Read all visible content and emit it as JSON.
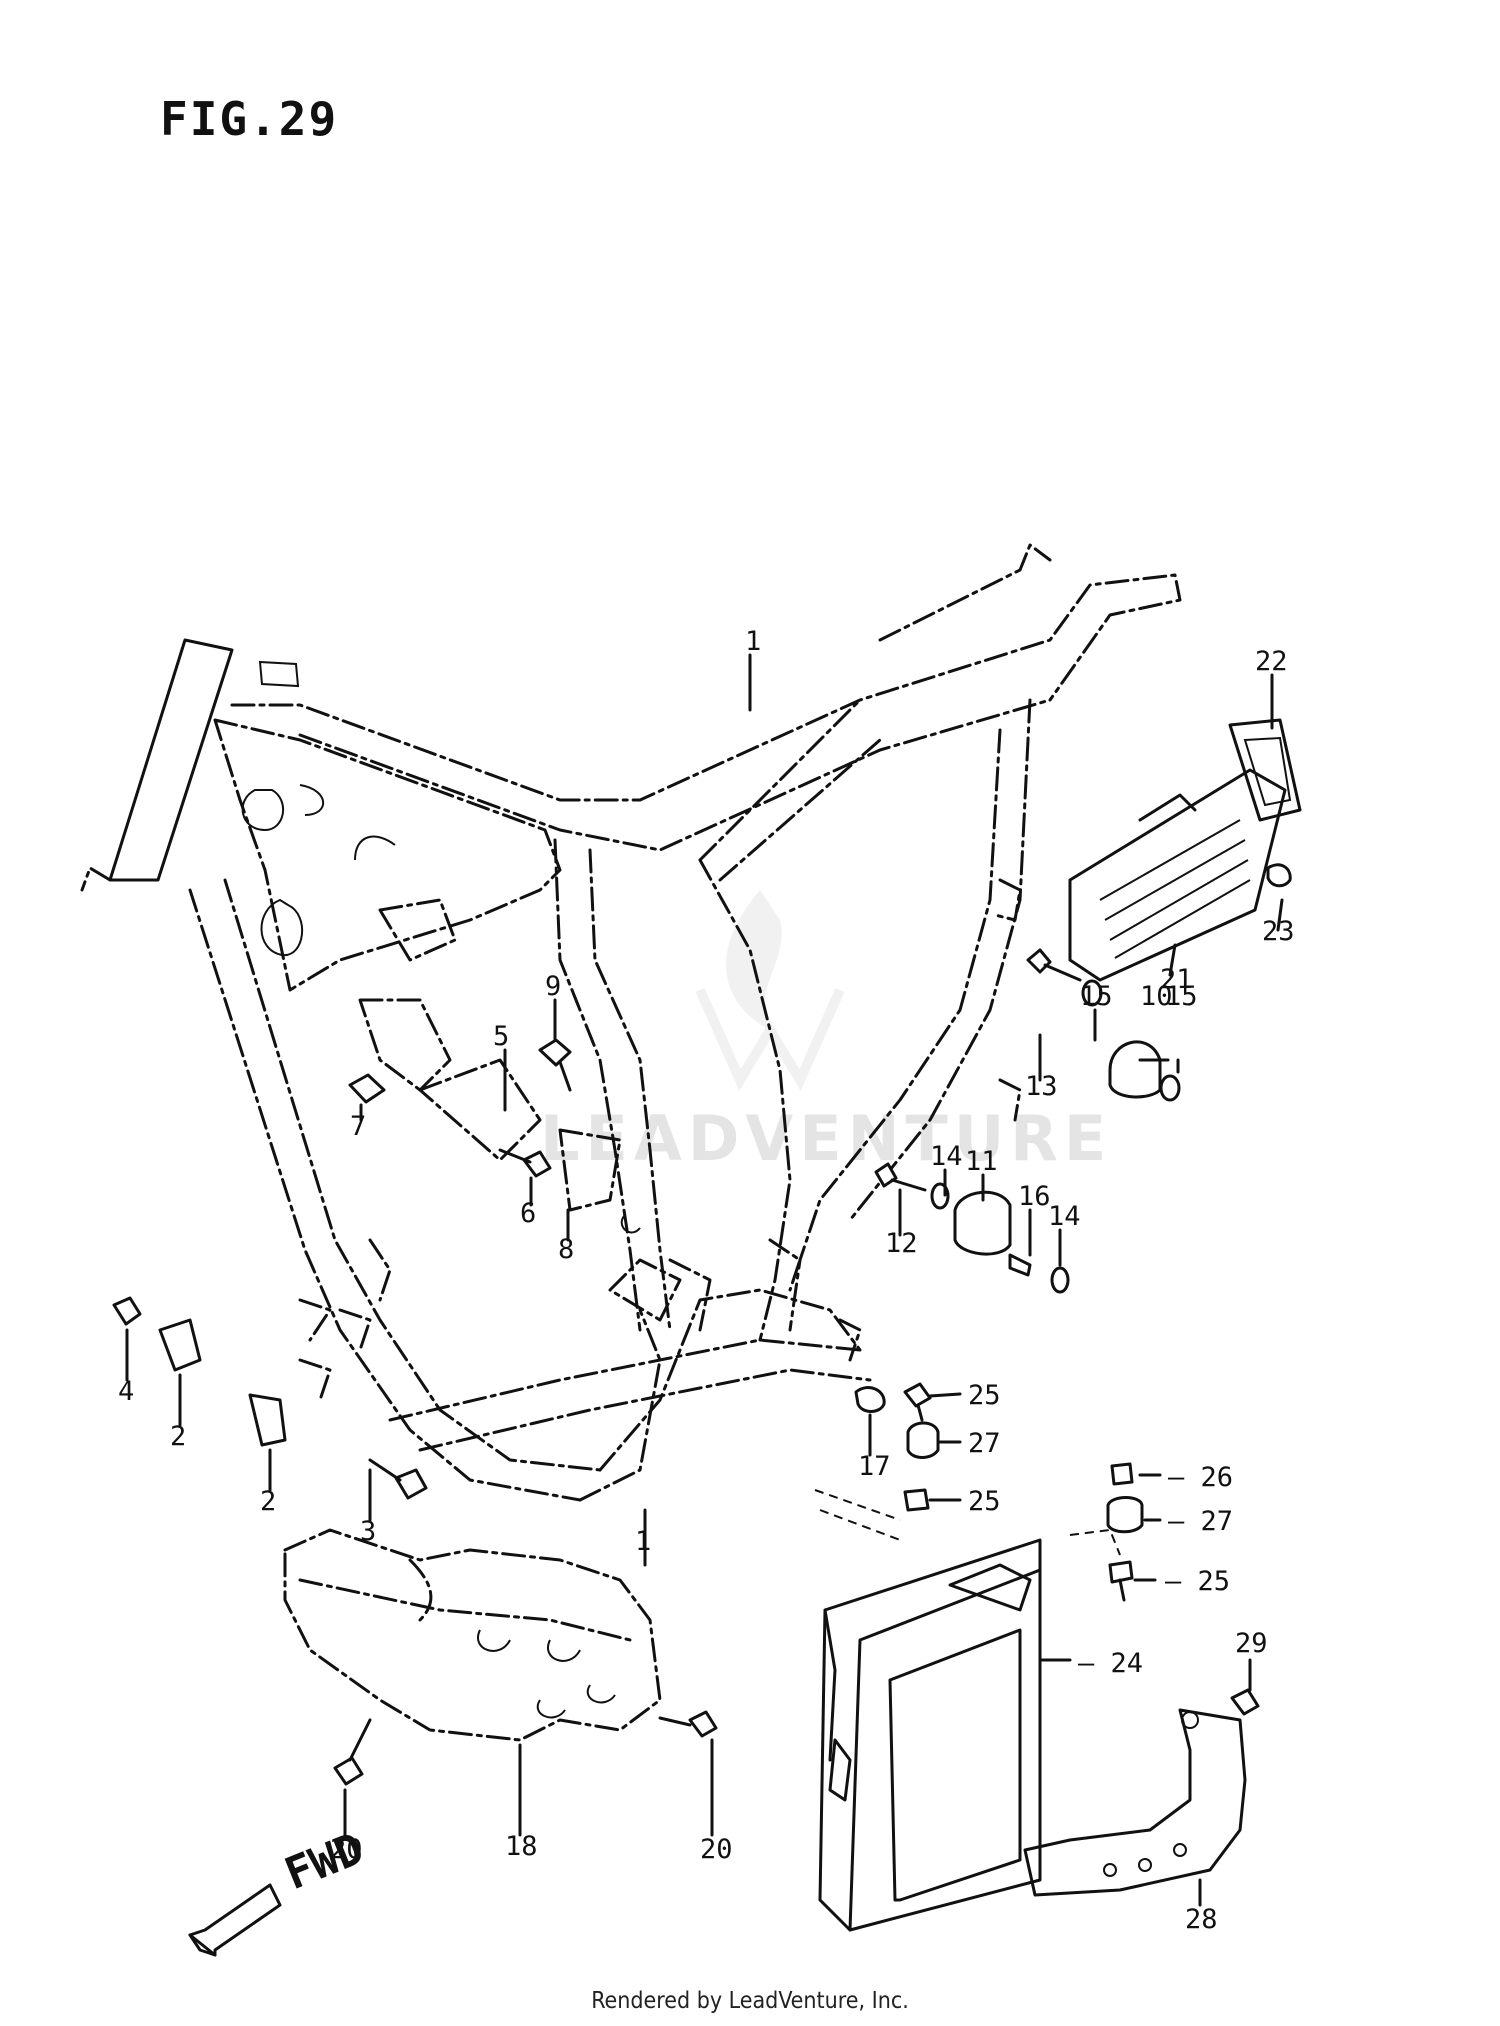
{
  "figure": {
    "title": "FIG.29"
  },
  "direction_label": "FWD",
  "watermark": "LEADVENTURE",
  "footer": "Rendered by LeadVenture, Inc.",
  "callouts": [
    "1",
    "22",
    "23",
    "21",
    "15",
    "10",
    "15",
    "13",
    "5",
    "9",
    "7",
    "6",
    "8",
    "14",
    "11",
    "16",
    "14",
    "12",
    "4",
    "2",
    "2",
    "3",
    "17",
    "25",
    "27",
    "1",
    "25",
    "26",
    "27",
    "25",
    "24",
    "29",
    "20",
    "18",
    "20",
    "28"
  ]
}
